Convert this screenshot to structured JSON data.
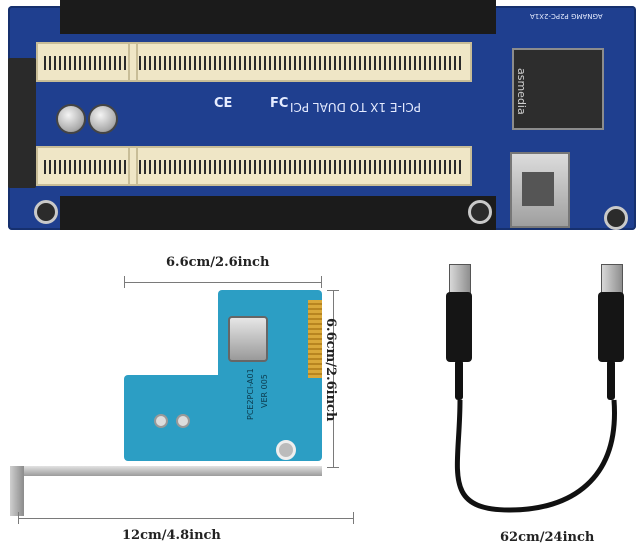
{
  "board": {
    "title": "PCI-E 1X TO DUAL PCI",
    "chip_brand": "asmedia",
    "model_code": "AGNAMG P2PC-2X1A"
  },
  "riser": {
    "model": "PCE2PCI-A01",
    "version": "VER 005"
  },
  "dimensions": {
    "width_label": "6.6cm/2.6inch",
    "height_label": "6.6cm/2.6inch",
    "length_label": "12cm/4.8inch",
    "cable_label": "62cm/24inch"
  },
  "icons": {
    "fcc": "fcc-icon",
    "ce": "ce-icon"
  }
}
